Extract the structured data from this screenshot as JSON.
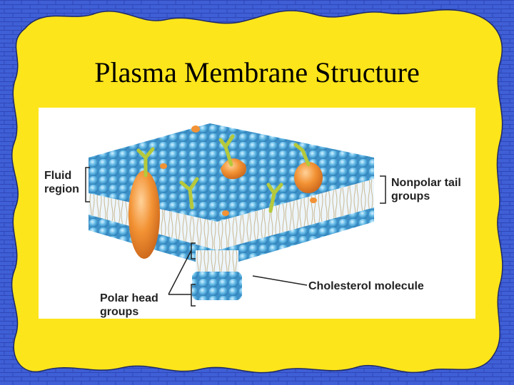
{
  "slide": {
    "title": "Plasma Membrane Structure",
    "colors": {
      "background_blue": "#3f5fd6",
      "brick_line": "#2f47b8",
      "frame_yellow": "#fde51b",
      "head_blue": "#5ab0de",
      "protein_orange": "#f08a2a"
    }
  },
  "diagram": {
    "labels": {
      "fluid_region_line1": "Fluid",
      "fluid_region_line2": "region",
      "nonpolar_line1": "Nonpolar tail",
      "nonpolar_line2": "groups",
      "polar_line1": "Polar head",
      "polar_line2": "groups",
      "cholesterol": "Cholesterol molecule"
    }
  }
}
